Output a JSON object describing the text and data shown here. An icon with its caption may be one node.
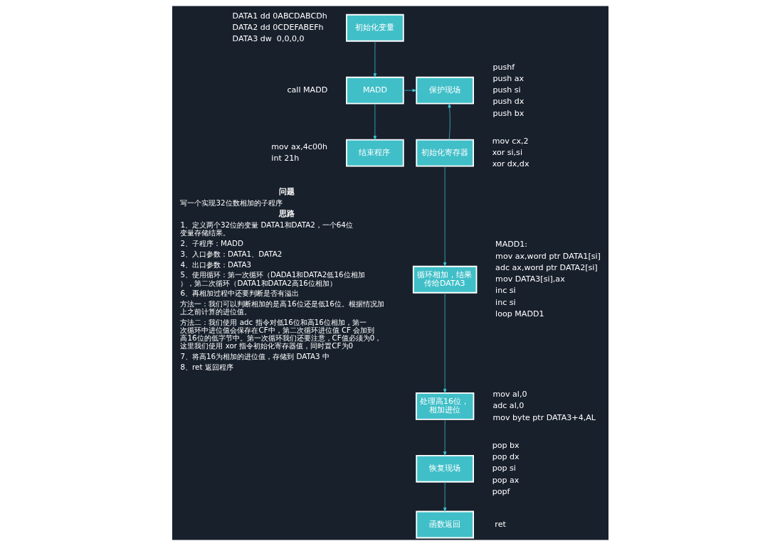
{
  "diagram": {
    "nodes": [
      {
        "text": [
          "初始化变量"
        ],
        "beside": [
          "DATA1 dd 0ABCDABCDh",
          "DATA2 dd 0CDEFABEFh",
          "DATA3 dw  0,0,0,0"
        ]
      },
      {
        "text": [
          "MADD"
        ],
        "beside": [
          "call MADD"
        ]
      },
      {
        "text": [
          "结束程序"
        ],
        "beside": [
          "mov ax,4c00h",
          "int 21h"
        ]
      },
      {
        "text": [
          "保护现场"
        ],
        "beside": [
          "pushf",
          "push ax",
          "push si",
          "push dx",
          "push bx"
        ]
      },
      {
        "text": [
          "初始化寄存器"
        ],
        "beside": [
          "mov cx,2",
          "xor si,si",
          "xor dx,dx"
        ]
      },
      {
        "text": [
          "循环相加，结果传给DATA3"
        ],
        "beside": [
          "MADD1:",
          "mov ax,word ptr DATA1[si]",
          "adc ax,word ptr DATA2[si]",
          "mov DATA3[si],ax",
          "inc si",
          "inc si",
          "loop MADD1"
        ]
      },
      {
        "text": [
          "处理高16位，相加进位"
        ],
        "beside": [
          "mov al,0",
          "adc al,0",
          "mov byte ptr DATA3+4,AL"
        ]
      },
      {
        "text": [
          "恢复现场"
        ],
        "beside": [
          "pop bx",
          "pop dx",
          "pop si",
          "pop ax",
          "popf"
        ]
      },
      {
        "text": [
          "函数返回"
        ],
        "beside": [
          "ret"
        ]
      }
    ],
    "edges": [
      {
        "from": 0,
        "to": 1,
        "arrow": "to"
      },
      {
        "from": 1,
        "to": 2,
        "arrow": "to"
      },
      {
        "from": 1,
        "to": 3,
        "arrow": "to"
      },
      {
        "from": 4,
        "to": 3,
        "arrow": "to"
      },
      {
        "from": 4,
        "to": 5,
        "arrow": "to"
      },
      {
        "from": 5,
        "to": 6,
        "arrow": "to"
      },
      {
        "from": 6,
        "to": 7,
        "arrow": "to"
      },
      {
        "from": 7,
        "to": 8,
        "arrow": "to"
      }
    ],
    "labels": [
      "问题",
      "写一个实现32位数相加的子程序",
      "思路",
      "1、定义两个32位的变量 DATA1和DATA2，一个64位变量存储结果。",
      "2、子程序：MADD",
      "3、入口参数：DATA1、DATA2",
      "4、出口参数：DATA3",
      "5、使用循环：第一次循环（DADA1和DATA2低16位相加），第二次循环（DATA1和DATA2高16位相加）",
      "6、再相加过程中还要判断是否有溢出",
      "方法一：我们可以判断相加的是高16位还是低16位。根据情况加上之前计算的进位值。",
      "方法二：我们使用 adc 指令对低16位和高16位相加，第一次循环中进位值会保存在CF中，第二次循环进位值 CF 会加到高16位的低字节中。第一次循环我们还要注意，CF值必须为0，这里我们使用 xor 指令初始化寄存器值，同时置CF为0",
      "7、将高16为相加的进位值，存储到 DATA3 中",
      "8、ret 返回程序"
    ]
  }
}
